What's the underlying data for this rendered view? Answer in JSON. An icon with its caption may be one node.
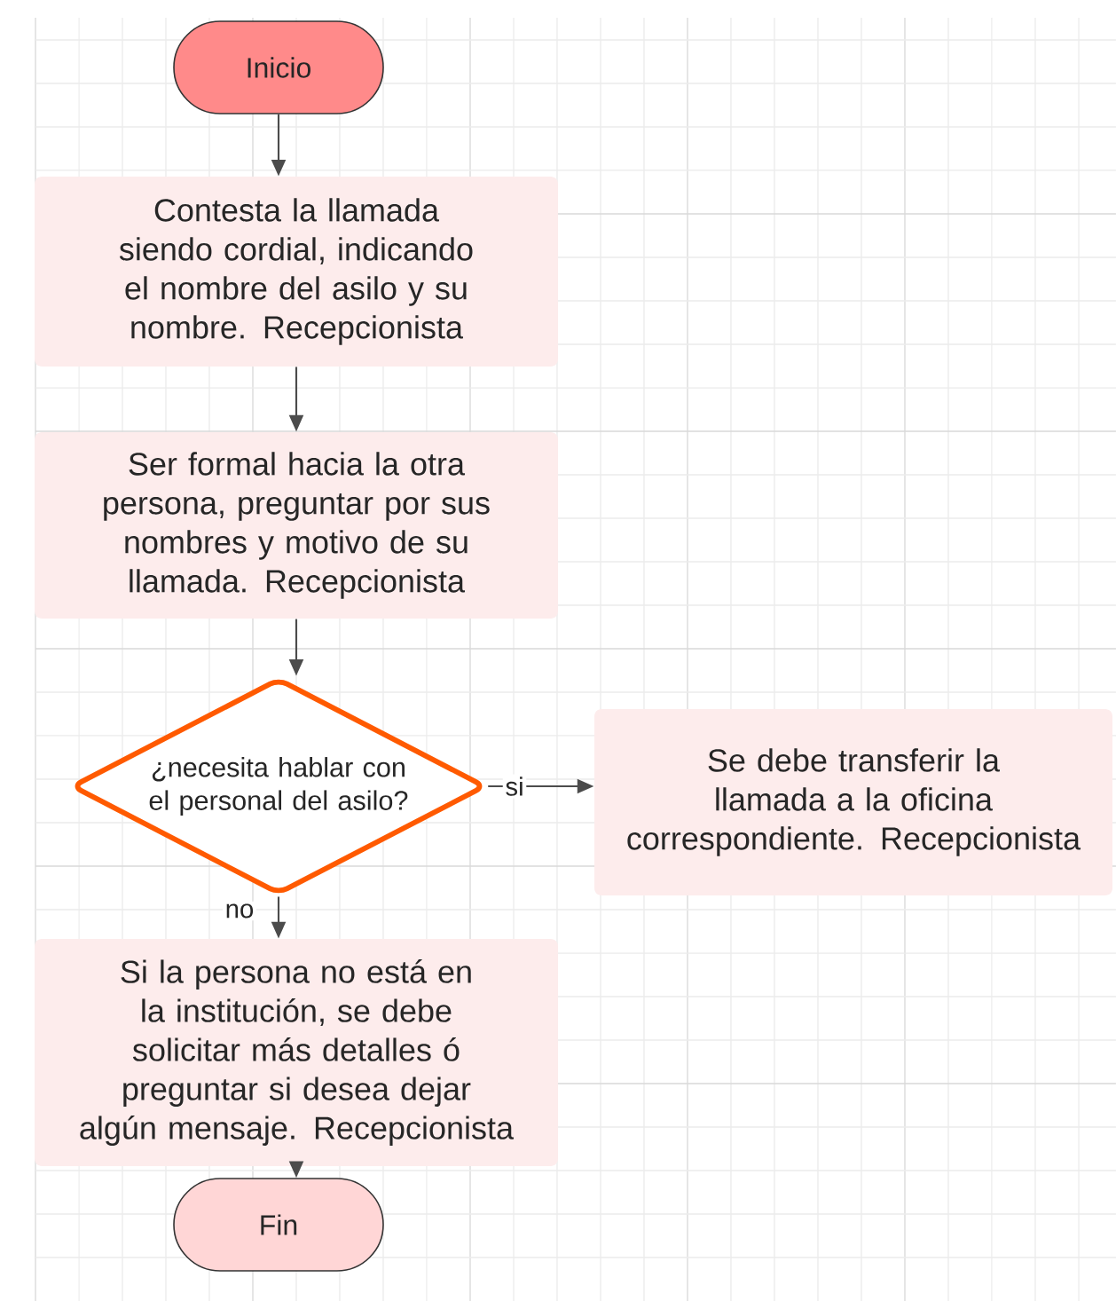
{
  "diagram": {
    "nodes": [
      {
        "text": [
          "Inicio"
        ]
      },
      {
        "text": [
          "Contesta la llamada siendo cordial, indicando el nombre del asilo y su nombre. Recepcionista"
        ]
      },
      {
        "text": [
          "Ser formal hacia la otra persona, preguntar por sus nombres y motivo de su llamada. Recepcionista"
        ]
      },
      {
        "text": [
          "¿necesita hablar con el personal del asilo?"
        ]
      },
      {
        "text": [
          "Se debe transferir la llamada a la oficina correspondiente. Recepcionista"
        ]
      },
      {
        "text": [
          "Si la persona no está en la institución, se debe solicitar más detalles ó preguntar si desea dejar algún mensaje. Recepcionista"
        ]
      },
      {
        "text": [
          "Fin"
        ]
      }
    ],
    "edges": [
      {
        "from": 0,
        "to": 1,
        "arrow": "to"
      },
      {
        "from": 1,
        "to": 2,
        "arrow": "to"
      },
      {
        "from": 2,
        "to": 3,
        "arrow": "to"
      },
      {
        "from": 3,
        "to": 4,
        "arrow": "to",
        "label": "si"
      },
      {
        "from": 3,
        "to": 5,
        "arrow": "to",
        "label": "no"
      },
      {
        "from": 5,
        "to": 6,
        "arrow": "to"
      }
    ]
  }
}
